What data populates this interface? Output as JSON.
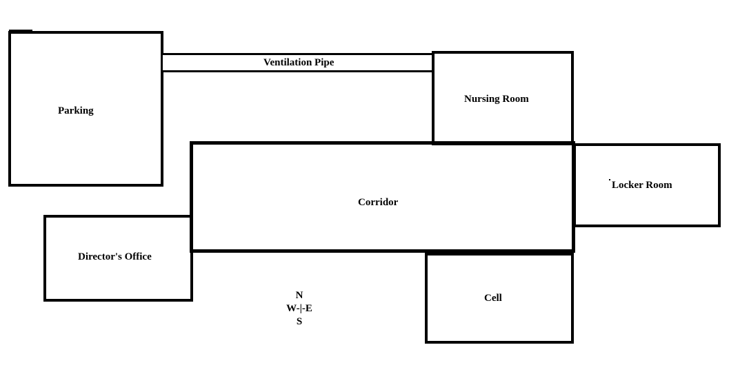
{
  "rooms": {
    "parking": "Parking",
    "ventilation_pipe": "Ventilation Pipe",
    "nursing_room": "Nursing Room",
    "locker_room": "Locker Room",
    "corridor": "Corridor",
    "directors_office": "Director's Office",
    "cell": "Cell"
  },
  "compass": {
    "north": "N",
    "west_east": "W-|-E",
    "south": "S"
  },
  "colors": {
    "wall": "#000000",
    "background": "#ffffff"
  }
}
